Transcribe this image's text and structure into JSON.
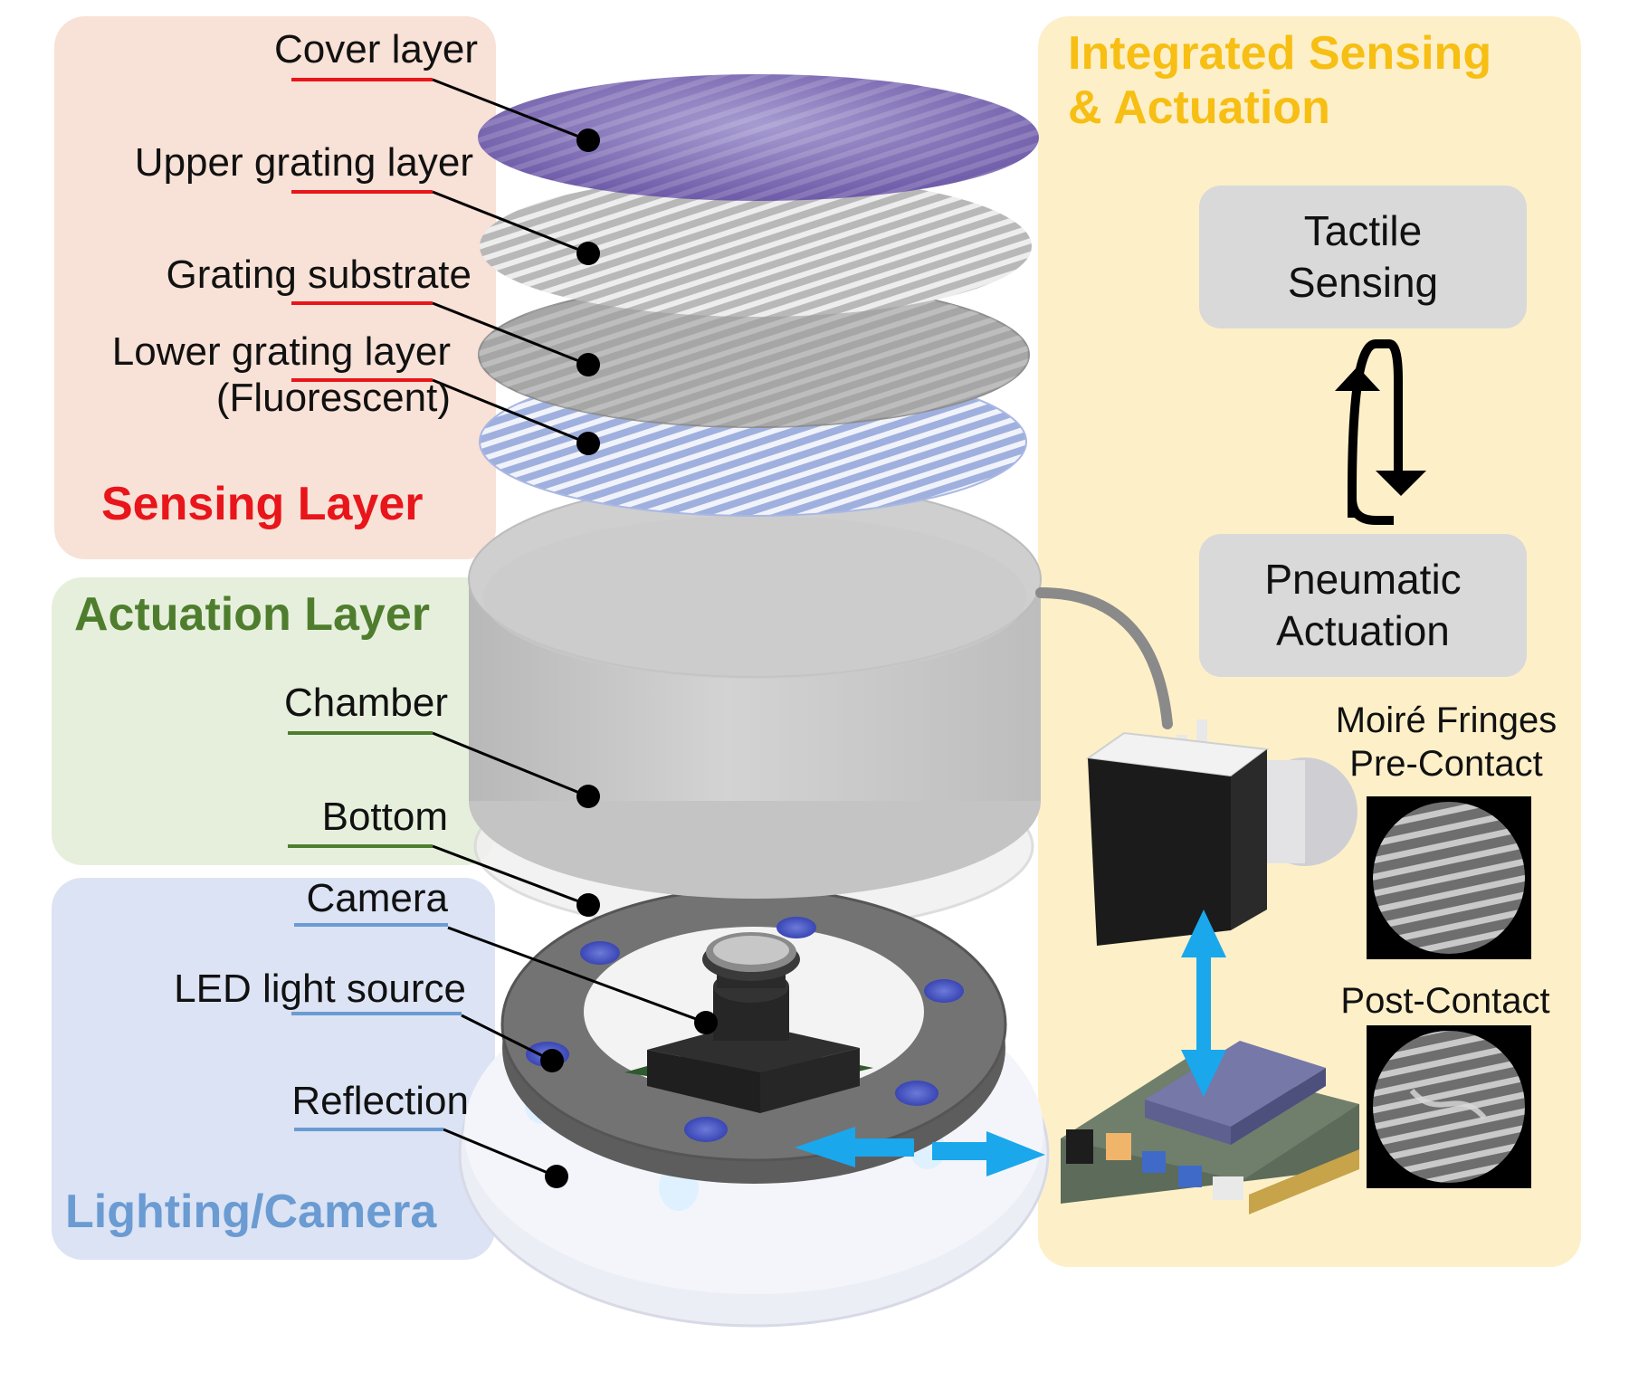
{
  "sensing": {
    "title": "Sensing Layer",
    "cover": "Cover layer",
    "upper": "Upper grating layer",
    "substrate": "Grating substrate",
    "lower_line1": "Lower grating layer",
    "lower_line2": "(Fluorescent)"
  },
  "actuation": {
    "title": "Actuation Layer",
    "chamber": "Chamber",
    "bottom": "Bottom"
  },
  "lighting": {
    "title": "Lighting/Camera",
    "camera": "Camera",
    "led": "LED light source",
    "reflection": "Reflection"
  },
  "integrated": {
    "title_line1": "Integrated Sensing",
    "title_line2": "& Actuation",
    "tactile_line1": "Tactile",
    "tactile_line2": "Sensing",
    "pneumatic_line1": "Pneumatic",
    "pneumatic_line2": "Actuation",
    "moire_line1": "Moiré Fringes",
    "moire_line2": "Pre-Contact",
    "post": "Post-Contact"
  },
  "colors": {
    "sensing": "#e8151b",
    "actuation": "#4f7d2e",
    "lighting": "#6a9bd2",
    "integrated": "#f7be13",
    "arrow": "#1aa7ec"
  }
}
